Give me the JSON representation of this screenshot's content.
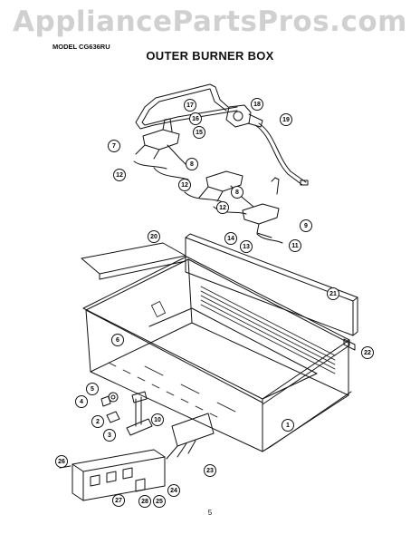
{
  "watermark": "AppliancePartsPros.com",
  "model_label": "MODEL CG636RU",
  "title": "OUTER BURNER BOX",
  "page_number": "5",
  "callouts": [
    "17",
    "18",
    "16",
    "15",
    "19",
    "7",
    "8",
    "12",
    "12",
    "8",
    "12",
    "9",
    "14",
    "13",
    "11",
    "20",
    "21",
    "6",
    "22",
    "5",
    "4",
    "10",
    "2",
    "3",
    "1",
    "23",
    "26",
    "24",
    "27",
    "28",
    "25"
  ]
}
